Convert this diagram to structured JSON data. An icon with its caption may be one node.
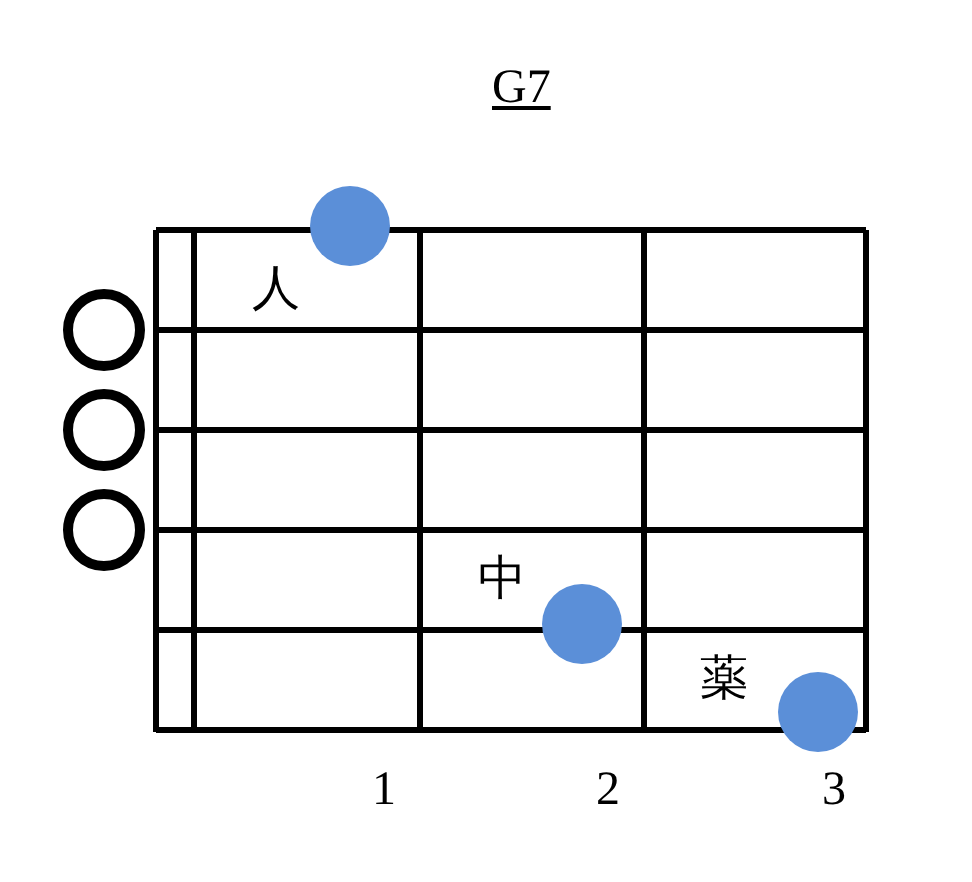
{
  "diagram": {
    "title": "G7",
    "labels": [
      "人",
      "中",
      "薬",
      "1",
      "2",
      "3"
    ]
  }
}
